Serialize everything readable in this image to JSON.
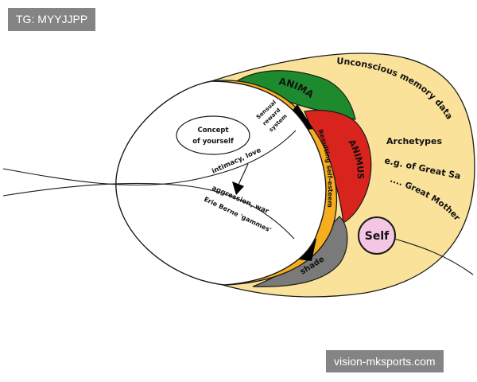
{
  "watermarks": {
    "top": "TG: MYYJJPP",
    "bottom": "vision-mksports.com"
  },
  "labels": {
    "unconscious": "Unconscious memory data",
    "anima": "ANIMA",
    "animus": "ANIMUS",
    "archetypes": "Archetypes",
    "great_sage": "e.g. of Great Sage",
    "great_mother": ".... Great Mother",
    "self": "Self",
    "shade": "shade",
    "concept_line1": "Concept",
    "concept_line2": "of yourself",
    "sensual_line1": "Sensual",
    "sensual_line2": "reward",
    "sensual_line3": "system",
    "intimacy": "intimacy, love",
    "aggression": "aggression, war",
    "berne": "Erie Berne 'gammes'",
    "self_esteem": "Resulting self-esteem"
  },
  "colors": {
    "unconscious": "#fae29a",
    "anima": "#1e8a2e",
    "animus": "#d8241c",
    "band": "#f6ae1e",
    "shade": "#7a7a7a",
    "self": "#f4c6e4"
  }
}
